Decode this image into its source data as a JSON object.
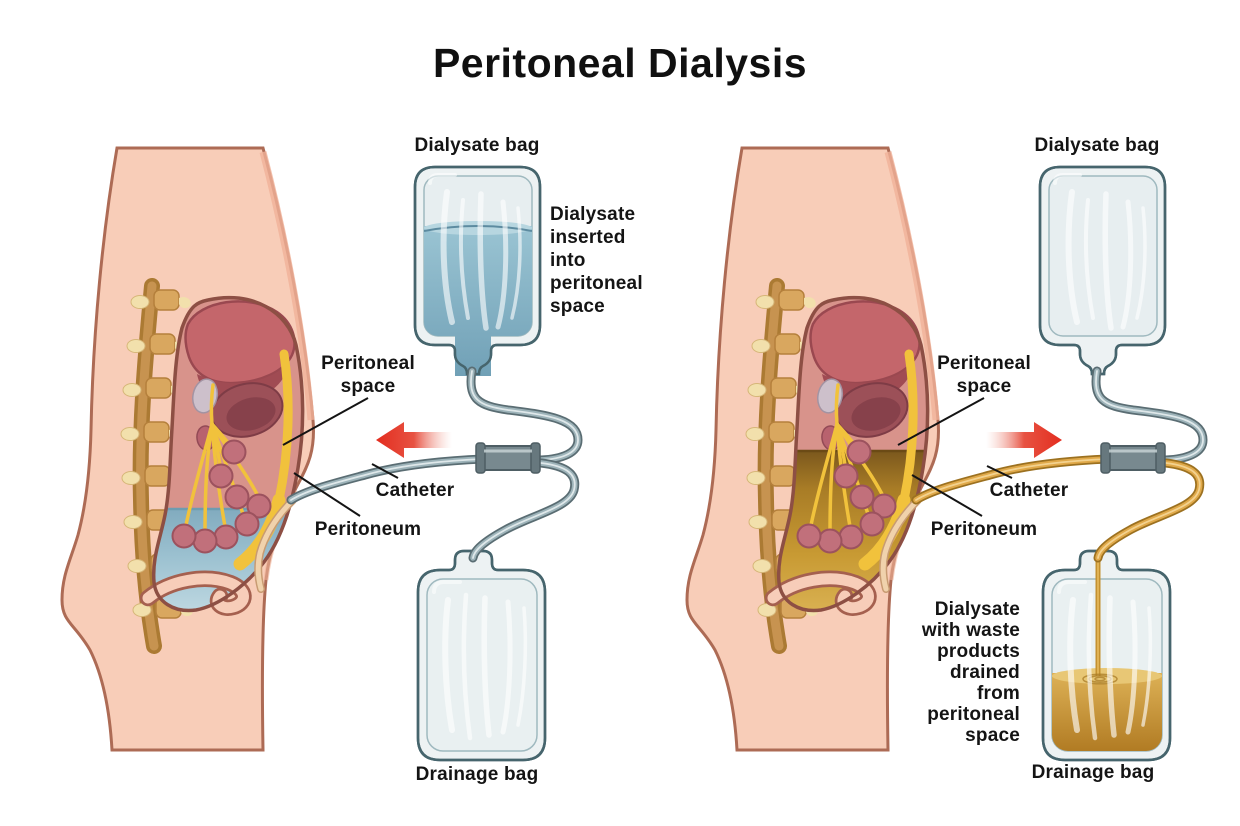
{
  "title": "Peritoneal Dialysis",
  "left_panel": {
    "dialysate_bag_label": "Dialysate bag",
    "flow_note": "Dialysate inserted into peritoneal space",
    "peritoneal_space_label": "Peritoneal space",
    "catheter_label": "Catheter",
    "peritoneum_label": "Peritoneum",
    "drainage_bag_label": "Drainage bag"
  },
  "right_panel": {
    "dialysate_bag_label": "Dialysate bag",
    "peritoneal_space_label": "Peritoneal space",
    "catheter_label": "Catheter",
    "peritoneum_label": "Peritoneum",
    "flow_note": "Dialysate with waste products drained from peritoneal space",
    "drainage_bag_label": "Drainage bag"
  },
  "colors": {
    "dialysate_fluid_blue": "#8fb7c9",
    "waste_fluid_amber": "#c9973a",
    "flow_arrow_red": "#e2301f",
    "skin": "#f8cdb8",
    "bag_outline_teal": "#46656d",
    "text": "#141414"
  }
}
